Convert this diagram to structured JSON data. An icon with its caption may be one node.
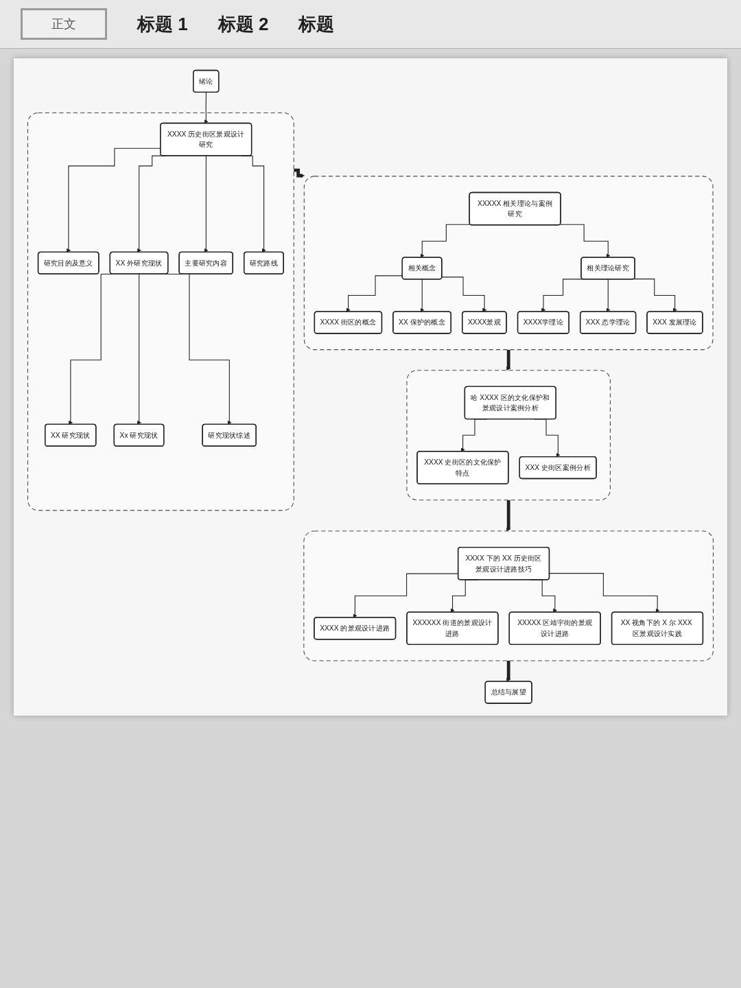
{
  "diagram": {
    "nodes": [
      {
        "text": [
          "绪论"
        ]
      },
      {
        "text": [],
        "shape": "box"
      },
      {
        "text": [
          "XXXX 历史街区景观设计研究"
        ],
        "in": 1
      },
      {
        "text": [
          "研究目的及意义"
        ],
        "in": 1
      },
      {
        "text": [
          "XX 外研究现状"
        ],
        "in": 1
      },
      {
        "text": [
          "主要研究内容"
        ],
        "in": 1
      },
      {
        "text": [
          "研究路线"
        ],
        "in": 1
      },
      {
        "text": [
          "XX 研究现状"
        ],
        "in": 1
      },
      {
        "text": [
          "Xx 研究现状"
        ],
        "in": 1
      },
      {
        "text": [
          "研究现状综述"
        ],
        "in": 1
      },
      {
        "text": [],
        "shape": "box"
      },
      {
        "text": [
          "XXXXX 相关理论与案例研究"
        ],
        "in": 10
      },
      {
        "text": [
          "相关概念"
        ],
        "in": 10
      },
      {
        "text": [
          "相关理论研究"
        ],
        "in": 10
      },
      {
        "text": [
          "XXXX 街区的概念"
        ],
        "in": 10
      },
      {
        "text": [
          "XX 保护的概念"
        ],
        "in": 10
      },
      {
        "text": [
          "XXXX景观"
        ],
        "in": 10
      },
      {
        "text": [
          "XXXX学理论"
        ],
        "in": 10
      },
      {
        "text": [
          "XXX 态学理论"
        ],
        "in": 10
      },
      {
        "text": [
          "XXX 发展理论"
        ],
        "in": 10
      },
      {
        "text": [],
        "shape": "box"
      },
      {
        "text": [
          "哈 XXXX 区的文化保护和景观设计案例分析"
        ],
        "in": 20
      },
      {
        "text": [
          "XXXX 史街区的文化保护特点"
        ],
        "in": 20
      },
      {
        "text": [
          "XXX 史街区案例分析"
        ],
        "in": 20
      },
      {
        "text": [],
        "shape": "box"
      },
      {
        "text": [
          "XXXX 下的 XX 历史街区景观设计进路技巧"
        ],
        "in": 24
      },
      {
        "text": [
          "XXXX 的景观设计进路"
        ],
        "in": 24
      },
      {
        "text": [
          "XXXXXX 街道的景观设计进路"
        ],
        "in": 24
      },
      {
        "text": [
          "XXXXX 区靖宇街的景观设计进路"
        ],
        "in": 24
      },
      {
        "text": [
          "XX 视角下的 X 尔 XXX 区景观设计实践"
        ],
        "in": 24
      },
      {
        "text": [
          "总结与展望"
        ]
      }
    ],
    "edges": [
      {
        "from": 0,
        "to": 2,
        "arrow": "to"
      },
      {
        "from": 2,
        "to": 3,
        "arrow": "to"
      },
      {
        "from": 2,
        "to": 4,
        "arrow": "to"
      },
      {
        "from": 2,
        "to": 5,
        "arrow": "to"
      },
      {
        "from": 2,
        "to": 6,
        "arrow": "to"
      },
      {
        "from": 4,
        "to": 7,
        "arrow": "to"
      },
      {
        "from": 4,
        "to": 8,
        "arrow": "to"
      },
      {
        "from": 4,
        "to": 9,
        "arrow": "to"
      },
      {
        "from": 1,
        "to": 10,
        "arrow": "to",
        "style": "thick"
      },
      {
        "from": 11,
        "to": 12,
        "arrow": "to"
      },
      {
        "from": 11,
        "to": 13,
        "arrow": "to"
      },
      {
        "from": 12,
        "to": 14,
        "arrow": "to"
      },
      {
        "from": 12,
        "to": 15,
        "arrow": "to"
      },
      {
        "from": 12,
        "to": 16,
        "arrow": "to"
      },
      {
        "from": 13,
        "to": 17,
        "arrow": "to"
      },
      {
        "from": 13,
        "to": 18,
        "arrow": "to"
      },
      {
        "from": 13,
        "to": 19,
        "arrow": "to"
      },
      {
        "from": 10,
        "to": 20,
        "arrow": "to",
        "style": "thick"
      },
      {
        "from": 21,
        "to": 22,
        "arrow": "to"
      },
      {
        "from": 21,
        "to": 23,
        "arrow": "to"
      },
      {
        "from": 20,
        "to": 24,
        "arrow": "to",
        "style": "thick"
      },
      {
        "from": 25,
        "to": 26,
        "arrow": "to"
      },
      {
        "from": 25,
        "to": 27,
        "arrow": "to"
      },
      {
        "from": 25,
        "to": 28,
        "arrow": "to"
      },
      {
        "from": 25,
        "to": 29,
        "arrow": "to"
      },
      {
        "from": 24,
        "to": 30,
        "arrow": "to",
        "style": "thick"
      }
    ],
    "labels": [
      "正文",
      "标题 1",
      "标题 2",
      "标题"
    ]
  }
}
